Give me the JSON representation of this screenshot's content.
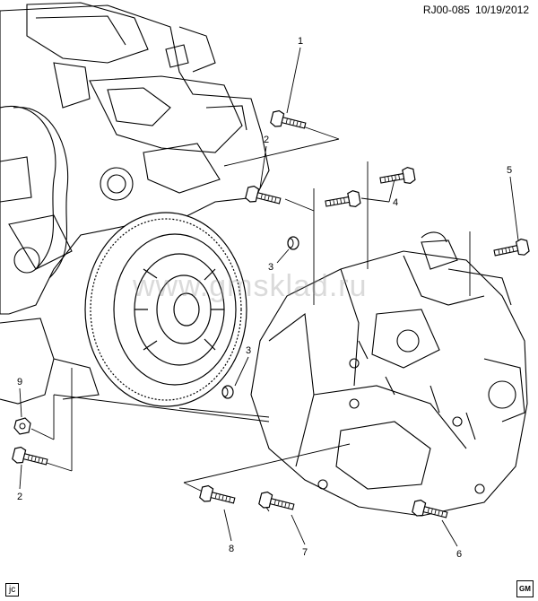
{
  "diagram": {
    "reference": "RJ00-085",
    "date": "10/19/2012",
    "watermark": "www.gmsklad.ru",
    "artist_initials": "jc",
    "logo_text": "GM",
    "callouts": [
      {
        "id": "c1",
        "label": "1"
      },
      {
        "id": "c2a",
        "label": "2"
      },
      {
        "id": "c3a",
        "label": "3"
      },
      {
        "id": "c4",
        "label": "4"
      },
      {
        "id": "c5",
        "label": "5"
      },
      {
        "id": "c3b",
        "label": "3"
      },
      {
        "id": "c9",
        "label": "9"
      },
      {
        "id": "c2b",
        "label": "2"
      },
      {
        "id": "c8",
        "label": "8"
      },
      {
        "id": "c7",
        "label": "7"
      },
      {
        "id": "c6",
        "label": "6"
      }
    ]
  },
  "colors": {
    "line": "#000000",
    "watermark": "#969696",
    "background": "#ffffff"
  }
}
